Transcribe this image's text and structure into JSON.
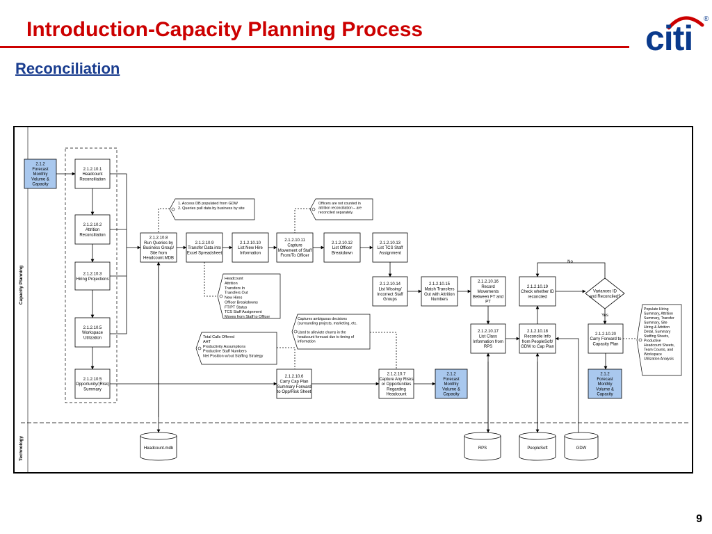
{
  "header": {
    "title": "Introduction-Capacity Planning Process",
    "subtitle": "Reconciliation",
    "logo_text": "citi",
    "logo_mark": "®",
    "page_number": "9"
  },
  "lanes": {
    "capacity_planning": "Capacity Planning",
    "technology": "Technology"
  },
  "boxes": {
    "b212_top": [
      "2.1.2",
      "Forecast",
      "Monthly",
      "Volume &",
      "Capacity"
    ],
    "b1": [
      "2.1.2.10.1",
      "Headcount",
      "Reconciliation"
    ],
    "b2": [
      "2.1.2.10.2",
      "Attrition",
      "Reconciliation"
    ],
    "b3": [
      "2.1.2.10.3",
      "Hiring Projections"
    ],
    "b5a": [
      "2.1.2.10.5",
      "Workspace",
      "Utilization"
    ],
    "b5b": [
      "2.1.2.10.5",
      "Opportunity/(Risk)",
      "Summary"
    ],
    "b8": [
      "2.1.2.10.8",
      "Run Queries by",
      "Business Group/",
      "Site  from",
      "Headcount.MDB"
    ],
    "b9": [
      "2.1.2.10.9",
      "Transfer Data into",
      "Excel Spreadsheet"
    ],
    "b10": [
      "2.1.2.10.10",
      "List New Hire",
      "Information"
    ],
    "b11": [
      "2.1.2.10.11",
      "Capture",
      "Movement of Staff",
      "From/To Officer"
    ],
    "b12": [
      "2.1.2.10.12",
      "List Officer",
      "Breakdown"
    ],
    "b13": [
      "2.1.2.10.13",
      "List TCS Staff",
      "Assignment"
    ],
    "b14": [
      "2.1.2.10.14",
      "List Missing/",
      "Incorrect Staff",
      "Groups"
    ],
    "b15": [
      "2.1.2.10.15",
      "Match Transfers",
      "Out with Attrition",
      "Numbers"
    ],
    "b16": [
      "2.1.2.10.16",
      "Record",
      "Movements",
      "Between FT and",
      "PT"
    ],
    "b17": [
      "2.1.2.10.17",
      "List Class",
      "Information from",
      "RPS"
    ],
    "b18": [
      "2.1.2.10.18",
      "Reconcile Info",
      "from PeopleSoft/",
      "GDW to Cap Plan"
    ],
    "b19": [
      "2.1.2.10.19",
      "Check whether ID",
      "reconciled"
    ],
    "b20": [
      "2.1.2.10.20",
      "Carry Forward to",
      "Capacity Plan"
    ],
    "b6": [
      "2.1.2.10.6",
      "Carry Cap Plan",
      "Summary Forward",
      "to Opp/Risk Sheet"
    ],
    "b7": [
      "2.1.2.10.7",
      "Capture Any Risks",
      "or Opportunities",
      "Regarding",
      "Headcount"
    ],
    "b212_mid": [
      "2.1.2",
      "Forecast",
      "Monthly",
      "Volume &",
      "Capacity"
    ],
    "b212_right": [
      "2.1.2",
      "Forecast",
      "Monthly",
      "Volume &",
      "Capacity"
    ]
  },
  "decision": [
    "Variances ID",
    "and Reconciled?"
  ],
  "decision_no": "No",
  "decision_yes": "Yes",
  "notes": {
    "db_queries": [
      "1.  Access DB populated from GDW",
      "2.  Queries pull data by business by site"
    ],
    "officers": [
      "Officers are not counted in",
      "attrition reconciliation – are",
      "reconciled separately."
    ],
    "excel_fields": [
      "Headcount",
      "Attrition",
      "Transfers In",
      "Transfers Out",
      "New Hires",
      "Officer Breakdowns",
      "FT/PT Status",
      "TCS Staff Assignment",
      "Moves from Staff to Officer"
    ],
    "ambiguous": [
      "Captures ambiguous decisions",
      "(surrounding projects, marketing, etc.",
      "",
      "Used to alleviate churns in the",
      "headcount forecast due to timing of",
      "information"
    ],
    "calls": [
      "Total Calls Offered",
      "AHT",
      "Productivity Assumptions",
      "Productive Staff Numbers",
      "Net Position w/out Staffing Strategy"
    ],
    "populate": [
      "Populate Hiring",
      "Summary, Attrition",
      "Summary, Transfer",
      "Summary, Site",
      "Hiring & Attrition",
      "Detail, Summary",
      "Staffing Sheets,",
      "Productive",
      "Headcount Sheets,",
      "Team Counts, and",
      "Workspace",
      "Utilization Analysis"
    ]
  },
  "databases": {
    "headcount": "Headcount.mdb",
    "rps": "RPS",
    "peoplesoft": "PeopleSoft",
    "gdw": "GDW"
  },
  "colors": {
    "title_red": "#cc0000",
    "subtitle_blue": "#1a3d8f",
    "forecast_fill": "#a9c8ee",
    "logo_blue": "#0a3a8c"
  }
}
